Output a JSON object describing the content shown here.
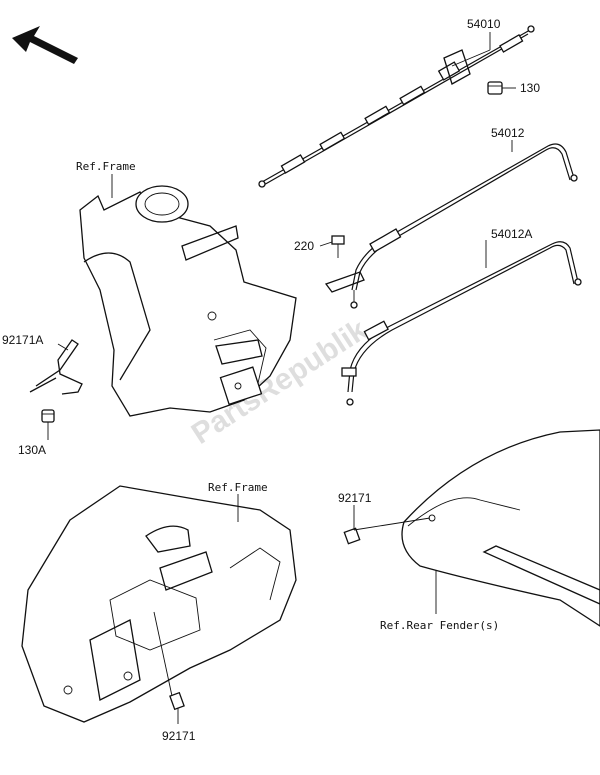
{
  "labels": {
    "p54010": "54010",
    "p130": "130",
    "p54012": "54012",
    "p220": "220",
    "p54012A": "54012A",
    "p92171A": "92171A",
    "p130A": "130A",
    "p92171_top": "92171",
    "p92171_bottom": "92171",
    "ref_frame_top": "Ref.Frame",
    "ref_frame_bottom": "Ref.Frame",
    "ref_rear_fender": "Ref.Rear Fender(s)"
  },
  "watermark": "PartsRepublik"
}
